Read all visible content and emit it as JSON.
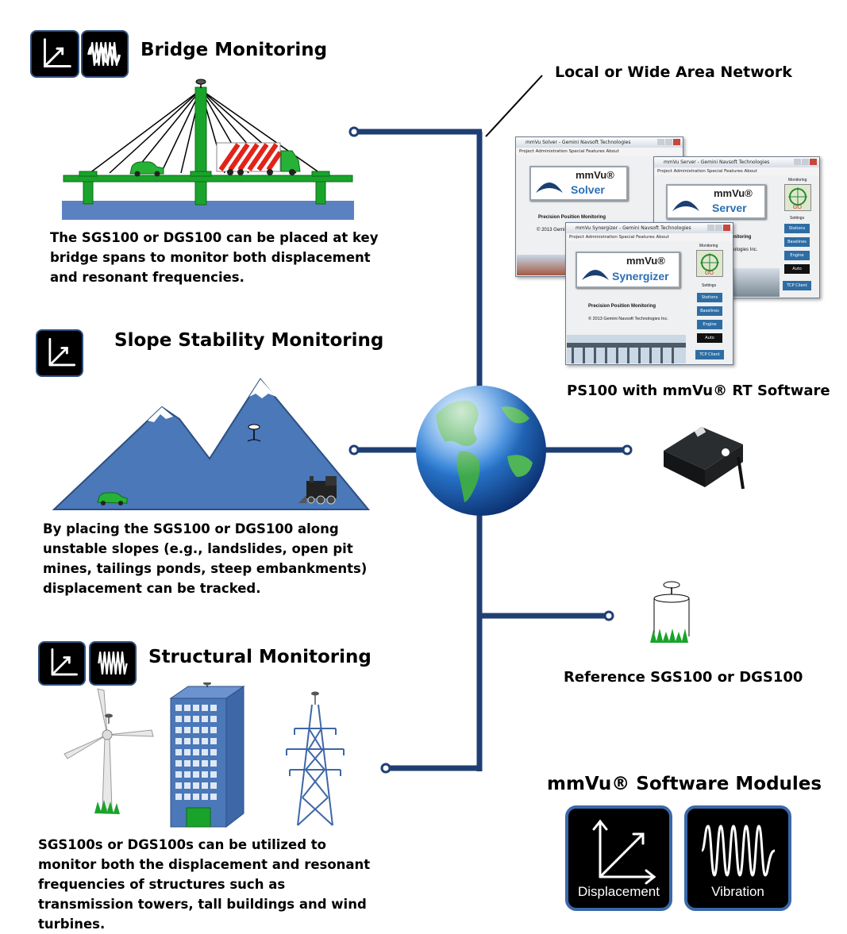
{
  "sections": {
    "bridge": {
      "title": "Bridge Monitoring",
      "description": "The SGS100 or DGS100 can be placed at key bridge spans to monitor both displacement and resonant frequencies."
    },
    "slope": {
      "title": "Slope Stability Monitoring",
      "description": "By placing the SGS100 or DGS100 along unstable slopes (e.g., landslides, open pit mines, tailings ponds, steep embankments) displacement can be tracked."
    },
    "structural": {
      "title": "Structural Monitoring",
      "description": "SGS100s or DGS100s can be utilized to monitor both the displacement and resonant frequencies of structures such as transmission towers, tall buildings and wind turbines."
    }
  },
  "network_label": "Local or Wide Area Network",
  "ps100_label": "PS100 with mmVu® RT Software",
  "reference_label": "Reference SGS100 or DGS100",
  "modules": {
    "title": "mmVu® Software Modules",
    "displacement": "Displacement",
    "vibration": "Vibration"
  },
  "windows": {
    "solver": {
      "title": "mmVu Solver - Gemini Navsoft Technologies",
      "menu": "Project   Administration   Special Features   About",
      "logo_top": "mmVu®",
      "logo_name": "Solver",
      "caption": "Precision Position Monitoring",
      "copyright": "© 2013 Gemini"
    },
    "server": {
      "title": "mmVu Server - Gemini Navsoft Technologies",
      "menu": "Project   Administration   Special Features   About",
      "logo_top": "mmVu®",
      "logo_name": "Server",
      "monitoring": "Monitoring",
      "settings": "Settings",
      "caption": "nitoring",
      "copyright": "ologies Inc.",
      "buttons": [
        "Stations",
        "Baselines",
        "Engine",
        "Auto",
        "TCP Client"
      ]
    },
    "synergizer": {
      "title": "mmVu Synergizer - Gemini Navsoft Technologies",
      "menu": "Project   Administration   Special Features   About",
      "logo_top": "mmVu®",
      "logo_name": "Synergizer",
      "monitoring": "Monitoring",
      "settings": "Settings",
      "caption": "Precision Position Monitoring",
      "copyright": "© 2013 Gemini Navsoft Technologies Inc.",
      "buttons": [
        "Stations",
        "Baselines",
        "Engine",
        "Auto",
        "TCP Client"
      ]
    }
  },
  "colors": {
    "network_line": "#1f3f73",
    "bridge_green": "#1aa32b",
    "mountain_blue": "#4a78b8",
    "water_blue": "#5b82c0",
    "tile_border": "#3b68a8"
  },
  "icons": [
    "displacement-icon",
    "vibration-icon",
    "globe-icon",
    "gnss-antenna-icon"
  ]
}
